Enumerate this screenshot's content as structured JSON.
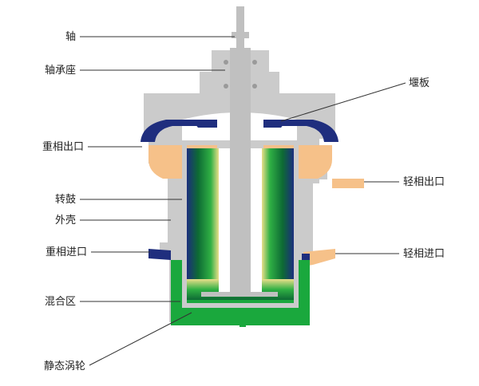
{
  "diagram": {
    "labels": {
      "shaft": "轴",
      "bearing_housing": "轴承座",
      "heavy_outlet": "重相出口",
      "rotor_drum": "转鼓",
      "housing": "外壳",
      "heavy_inlet": "重相进口",
      "mixing_zone": "混合区",
      "static_turbine": "静态涡轮",
      "weir_plate": "堰板",
      "light_outlet": "轻相出口",
      "light_inlet": "轻相进口"
    },
    "colors": {
      "casing": "#cbcbcb",
      "light_phase": "#f6c189",
      "heavy_phase": "#1f2e7e",
      "mixing": "#1aa83d",
      "gradient_dark": "#0b5a2c",
      "gradient_light": "#e6dd88",
      "shaft": "#c0c0c0"
    }
  }
}
